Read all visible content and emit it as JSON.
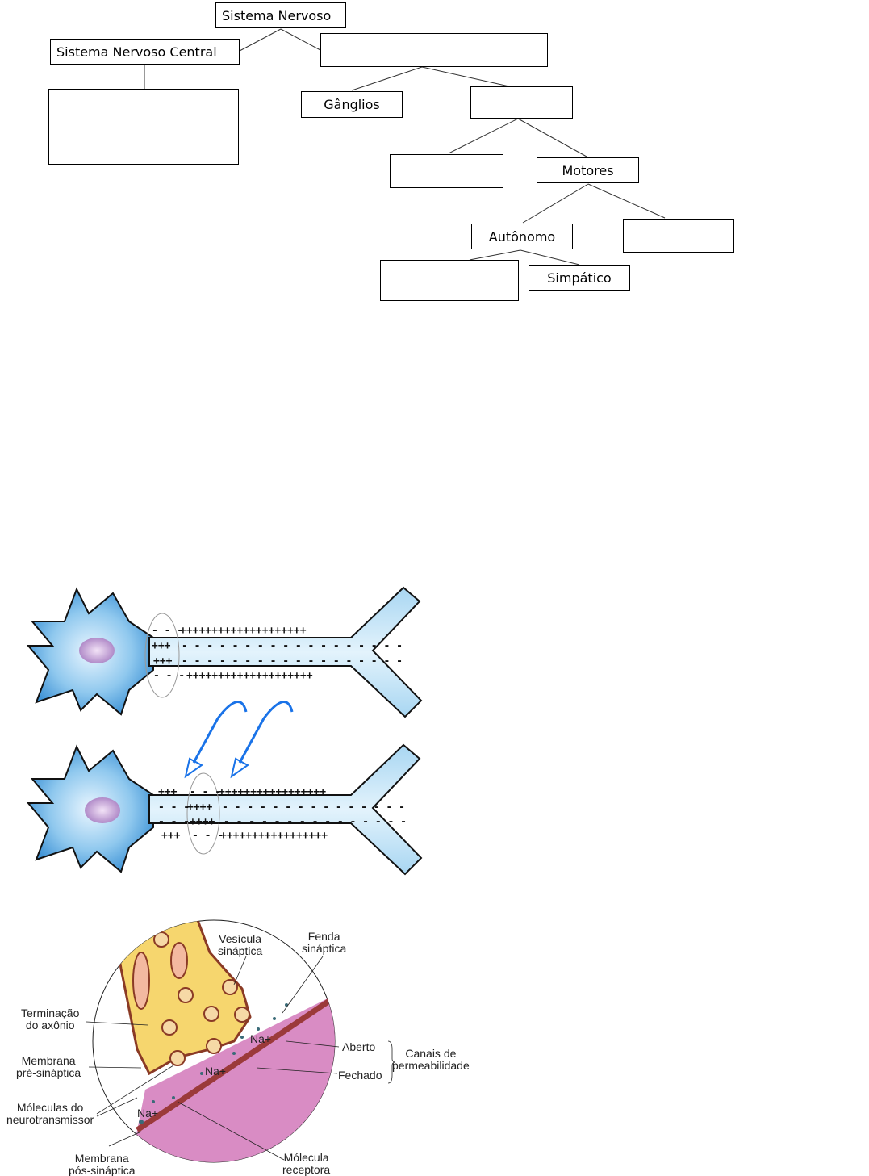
{
  "concept_map": {
    "root": "Sistema Nervoso",
    "central": "Sistema Nervoso Central",
    "central_child": "",
    "peripheral": "",
    "ganglia": "Gânglios",
    "nerves": "",
    "sensory": "",
    "motor": "Motores",
    "autonomic": "Autônomo",
    "somatic": "",
    "parasympathetic": "",
    "sympathetic": "Simpático"
  },
  "neuron_figure": {
    "top": {
      "outer_neg": "- - -",
      "outer_pos": "++++++++++++++++++++",
      "inner_pos": "+++",
      "inner_neg": "- - - - - - - - - - - - - - - - - -"
    },
    "bottom": {
      "outer_pos_left": "+++",
      "outer_neg": "- - -",
      "outer_pos": "+++++++++++++++++",
      "inner_neg_left": "- - -",
      "inner_pos": "++++",
      "inner_neg": "- - - - - - - - - - - - - - -"
    },
    "arrow_color": "#1a73e8"
  },
  "synapse_figure": {
    "labels": {
      "vesicle": "Vesícula\nsináptica",
      "cleft": "Fenda\nsináptica",
      "axon_terminal": "Terminação\ndo axônio",
      "presynaptic": "Membrana\npré-sináptica",
      "neurotransmitter": "Móleculas do\nneurotransmissor",
      "postsynaptic": "Membrana\npós-sináptica",
      "receptor": "Mólecula\nreceptora",
      "open": "Aberto",
      "closed": "Fechado",
      "channels": "Canais de\npermeabilidade",
      "na1": "Na+",
      "na2": "Na+",
      "na3": "Na+"
    }
  }
}
